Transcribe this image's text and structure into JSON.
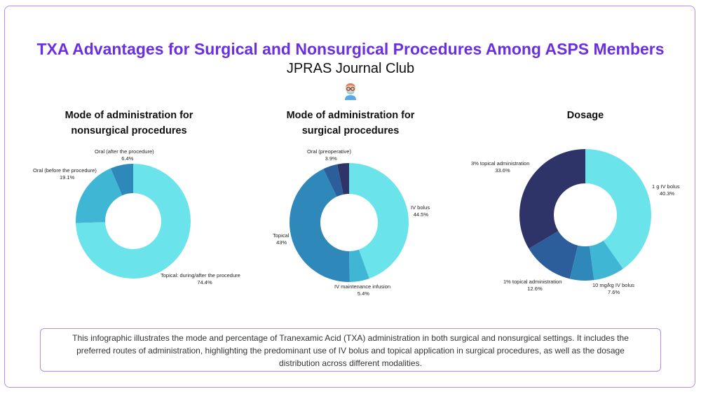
{
  "header": {
    "title": "TXA Advantages for Surgical and Nonsurgical Procedures Among ASPS Members",
    "subtitle": "JPRAS Journal Club"
  },
  "colors": {
    "title": "#6a2fe0",
    "border": "#b28cf0"
  },
  "logo_icon": "doctor-avatar-icon",
  "chart_data": [
    {
      "type": "pie",
      "title": "Mode of administration for\nnonsurgical procedures",
      "donut": true,
      "start_angle_deg": 0,
      "slices": [
        {
          "label": "Topical: during/after the procedure",
          "value": 74.4,
          "display": "74.4%",
          "color": "#6be3ea"
        },
        {
          "label": "Oral (before the procedure)",
          "value": 19.1,
          "display": "19.1%",
          "color": "#3fb7d4"
        },
        {
          "label": "Oral (after the procedure)",
          "value": 6.4,
          "display": "6.4%",
          "color": "#2e89ba"
        }
      ]
    },
    {
      "type": "pie",
      "title": "Mode of administration for\nsurgical procedures",
      "donut": true,
      "start_angle_deg": 0,
      "slices": [
        {
          "label": "IV bolus",
          "value": 44.5,
          "display": "44.5%",
          "color": "#6be3ea"
        },
        {
          "label": "IV maintenance infusion",
          "value": 5.4,
          "display": "5.4%",
          "color": "#3fb7d4"
        },
        {
          "label": "Topical",
          "value": 43,
          "display": "43%",
          "color": "#2e89ba"
        },
        {
          "label": "Oral (preoperative)",
          "value": 3.9,
          "display": "3.9%",
          "color": "#2c5e9c"
        },
        {
          "label": "",
          "value": 3.2,
          "display": "",
          "color": "#2e3468"
        }
      ]
    },
    {
      "type": "pie",
      "title": "Dosage",
      "donut": true,
      "start_angle_deg": 0,
      "slices": [
        {
          "label": "1 g IV bolus",
          "value": 40.3,
          "display": "40.3%",
          "color": "#6be3ea"
        },
        {
          "label": "10 mg/kg IV bolus",
          "value": 7.6,
          "display": "7.6%",
          "color": "#3fb7d4"
        },
        {
          "label": "",
          "value": 5.9,
          "display": "",
          "color": "#2e89ba"
        },
        {
          "label": "1% topical administration",
          "value": 12.6,
          "display": "12.6%",
          "color": "#2c5e9c"
        },
        {
          "label": "3% topical administration",
          "value": 33.6,
          "display": "33.6%",
          "color": "#2e3468"
        }
      ]
    }
  ],
  "description": "This infographic illustrates the mode and percentage of Tranexamic Acid (TXA) administration in both surgical and nonsurgical settings. It includes the preferred routes of administration, highlighting the predominant use of IV bolus and topical application in surgical procedures, as well as the dosage distribution across different modalities."
}
